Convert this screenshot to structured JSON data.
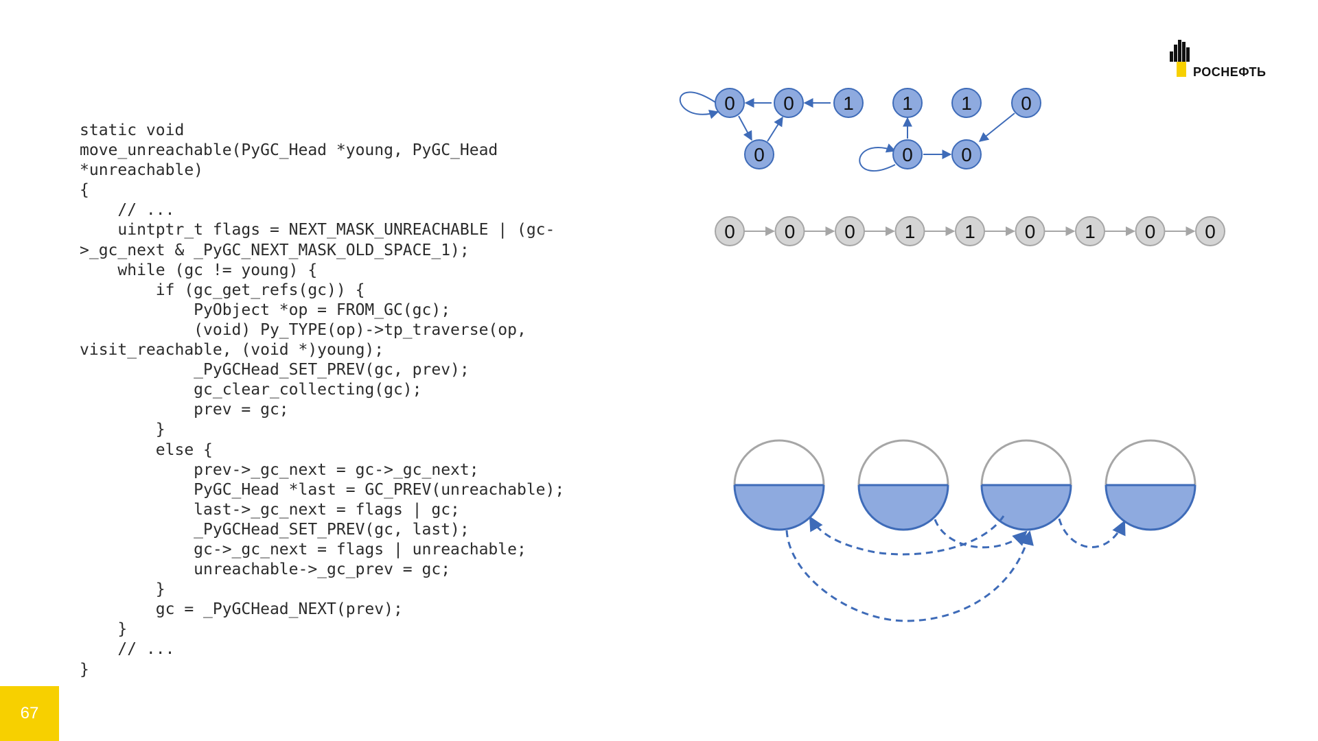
{
  "code_lines": [
    "static void",
    "move_unreachable(PyGC_Head *young, PyGC_Head",
    "*unreachable)",
    "{",
    "    // ...",
    "    uintptr_t flags = NEXT_MASK_UNREACHABLE | (gc-",
    ">_gc_next & _PyGC_NEXT_MASK_OLD_SPACE_1);",
    "    while (gc != young) {",
    "        if (gc_get_refs(gc)) {",
    "            PyObject *op = FROM_GC(gc);",
    "            (void) Py_TYPE(op)->tp_traverse(op,",
    "visit_reachable, (void *)young);",
    "            _PyGCHead_SET_PREV(gc, prev);",
    "            gc_clear_collecting(gc);",
    "            prev = gc;",
    "        }",
    "        else {",
    "            prev->_gc_next = gc->_gc_next;",
    "            PyGC_Head *last = GC_PREV(unreachable);",
    "            last->_gc_next = flags | gc;",
    "            _PyGCHead_SET_PREV(gc, last);",
    "            gc->_gc_next = flags | unreachable;",
    "            unreachable->_gc_prev = gc;",
    "        }",
    "        gc = _PyGCHead_NEXT(prev);",
    "    }",
    "    // ...",
    "}"
  ],
  "graph_nodes": [
    "0",
    "0",
    "1",
    "0",
    "1",
    "1",
    "0",
    "0",
    "0"
  ],
  "list_nodes": [
    "0",
    "0",
    "0",
    "1",
    "1",
    "0",
    "1",
    "0",
    "0"
  ],
  "page_number": "67",
  "logo_text": "РОСНЕФТЬ",
  "colors": {
    "node_fill": "#8eaadf",
    "node_stroke": "#3e6bb8",
    "list_fill": "#d4d4d4",
    "list_stroke": "#a6a6a6",
    "badge": "#f7d000"
  }
}
